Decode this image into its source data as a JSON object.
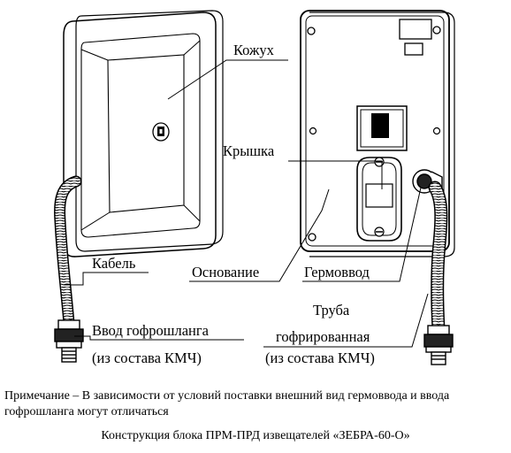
{
  "labels": {
    "housing": "Кожух",
    "cover": "Крышка",
    "cable": "Кабель",
    "base": "Основание",
    "gland": "Гермоввод",
    "hose_entry_1": "Ввод гофрошланга",
    "hose_entry_2": "(из состава КМЧ)",
    "pipe_1": "Труба",
    "pipe_2": "гофрированная",
    "pipe_3": "(из состава КМЧ)"
  },
  "note": "Примечание – В зависимости от условий поставки внешний вид гермоввода и ввода гофрошланга могут отличаться",
  "caption": "Конструкция блока ПРМ-ПРД извещателей «ЗЕБРА-60-О»"
}
